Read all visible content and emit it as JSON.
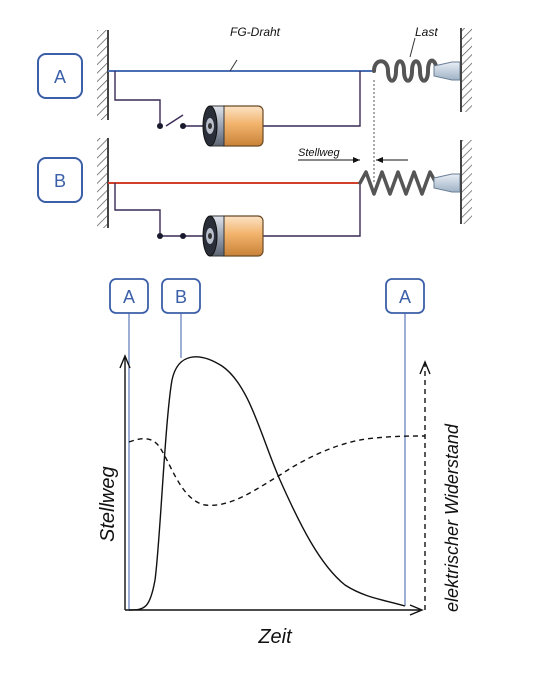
{
  "circuit": {
    "wire_label": "FG-Draht",
    "load_label": "Last",
    "stroke_label": "Stellweg",
    "state_a": "A",
    "state_b": "B"
  },
  "graph": {
    "markers": [
      "A",
      "B",
      "A"
    ],
    "y_label_left": "Stellweg",
    "y_label_right": "elektrischer Widerstand",
    "x_label": "Zeit"
  },
  "colors": {
    "box_border": "#3b5fa8",
    "wire_cold": "#4a6fb5",
    "wire_hot": "#d0402b",
    "circuit_wire": "#3a2a55",
    "wall": "#666666"
  },
  "icons": [
    "battery-icon",
    "spring-icon",
    "switch-icon",
    "wall-mount-icon"
  ]
}
